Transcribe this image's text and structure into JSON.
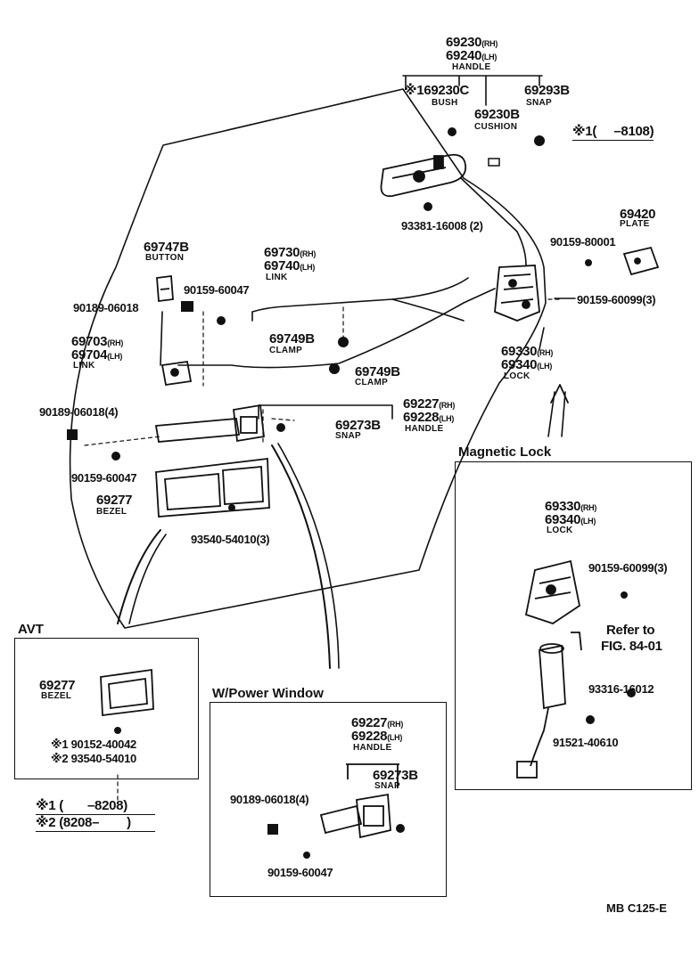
{
  "handle_top": {
    "pn_rh": "69230",
    "sfx_rh": "(RH)",
    "pn_lh": "69240",
    "sfx_lh": "(LH)",
    "name": "HANDLE"
  },
  "bush": {
    "mark": "※1",
    "pn": "69230C",
    "name": "BUSH"
  },
  "snap_top": {
    "pn": "69293B",
    "name": "SNAP"
  },
  "cushion": {
    "pn": "69230B",
    "name": "CUSHION"
  },
  "note_top": {
    "mark": "※1",
    "open": "(",
    "range": "–8108)"
  },
  "screw_93381": {
    "pn": "93381-16008 (2)"
  },
  "plate": {
    "pn": "69420",
    "name": "PLATE"
  },
  "screw_90159_80001": {
    "pn": "90159-80001"
  },
  "screw_90159_60099_main": {
    "pn": "90159-60099(3)"
  },
  "lock_main": {
    "pn_rh": "69330",
    "sfx_rh": "(RH)",
    "pn_lh": "69340",
    "sfx_lh": "(LH)",
    "name": "LOCK"
  },
  "button": {
    "pn": "69747B",
    "name": "BUTTON"
  },
  "link_upper": {
    "pn_rh": "69730",
    "sfx_rh": "(RH)",
    "pn_lh": "69740",
    "sfx_lh": "(LH)",
    "name": "LINK"
  },
  "screw_90159_60047_a": {
    "pn": "90159-60047"
  },
  "clip_90189_06018": {
    "pn": "90189-06018"
  },
  "link_lower": {
    "pn_rh": "69703",
    "sfx_rh": "(RH)",
    "pn_lh": "69704",
    "sfx_lh": "(LH)",
    "name": "LINK"
  },
  "clamp_a": {
    "pn": "69749B",
    "name": "CLAMP"
  },
  "clamp_b": {
    "pn": "69749B",
    "name": "CLAMP"
  },
  "inner_handle": {
    "pn_rh": "69227",
    "sfx_rh": "(RH)",
    "pn_lh": "69228",
    "sfx_lh": "(LH)",
    "name": "HANDLE"
  },
  "snap_mid": {
    "pn": "69273B",
    "name": "SNAP"
  },
  "clip_90189_4": {
    "pn": "90189-06018(4)"
  },
  "screw_90159_60047_b": {
    "pn": "90159-60047"
  },
  "bezel": {
    "pn": "69277",
    "name": "BEZEL"
  },
  "screw_93540": {
    "pn": "93540-54010(3)"
  },
  "magnetic_lock": {
    "title": "Magnetic Lock",
    "lock": {
      "pn_rh": "69330",
      "sfx_rh": "(RH)",
      "pn_lh": "69340",
      "sfx_lh": "(LH)",
      "name": "LOCK"
    },
    "screw_90159": "90159-60099(3)",
    "refer_line1": "Refer to",
    "refer_line2": "FIG. 84-01",
    "screw_93316": "93316-16012",
    "screw_91521": "91521-40610"
  },
  "avt": {
    "title": "AVT",
    "bezel_pn": "69277",
    "bezel_name": "BEZEL",
    "screw1_mark": "※1",
    "screw1_pn": "90152-40042",
    "screw2_mark": "※2",
    "screw2_pn": "93540-54010"
  },
  "notes_bottom": {
    "n1_mark": "※1",
    "n1_text": "(",
    "n1_range": "–8208)",
    "n2_mark": "※2",
    "n2_text": "(8208–",
    "n2_close": ")"
  },
  "power_window": {
    "title": "W/Power Window",
    "handle": {
      "pn_rh": "69227",
      "sfx_rh": "(RH)",
      "pn_lh": "69228",
      "sfx_lh": "(LH)",
      "name": "HANDLE"
    },
    "snap_pn": "69273B",
    "snap_name": "SNAP",
    "clip": "90189-06018(4)",
    "screw": "90159-60047"
  },
  "footer_code": "MB  C125-E"
}
